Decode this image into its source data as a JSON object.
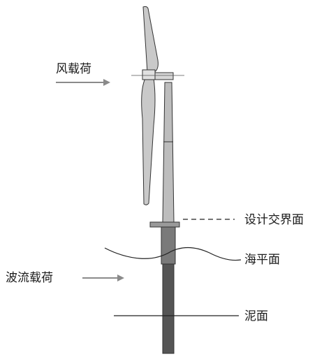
{
  "labels": {
    "wind_load": "风载荷",
    "design_interface": "设计交界面",
    "sea_level": "海平面",
    "wave_current_load": "波流载荷",
    "mudline": "泥面"
  },
  "colors": {
    "blade_fill": "#c9c9c9",
    "tower_light": "#bdbdbd",
    "tower_mid": "#8c8c8c",
    "pile_dark": "#555555",
    "arrow": "#8a8a8a",
    "line": "#222222"
  }
}
